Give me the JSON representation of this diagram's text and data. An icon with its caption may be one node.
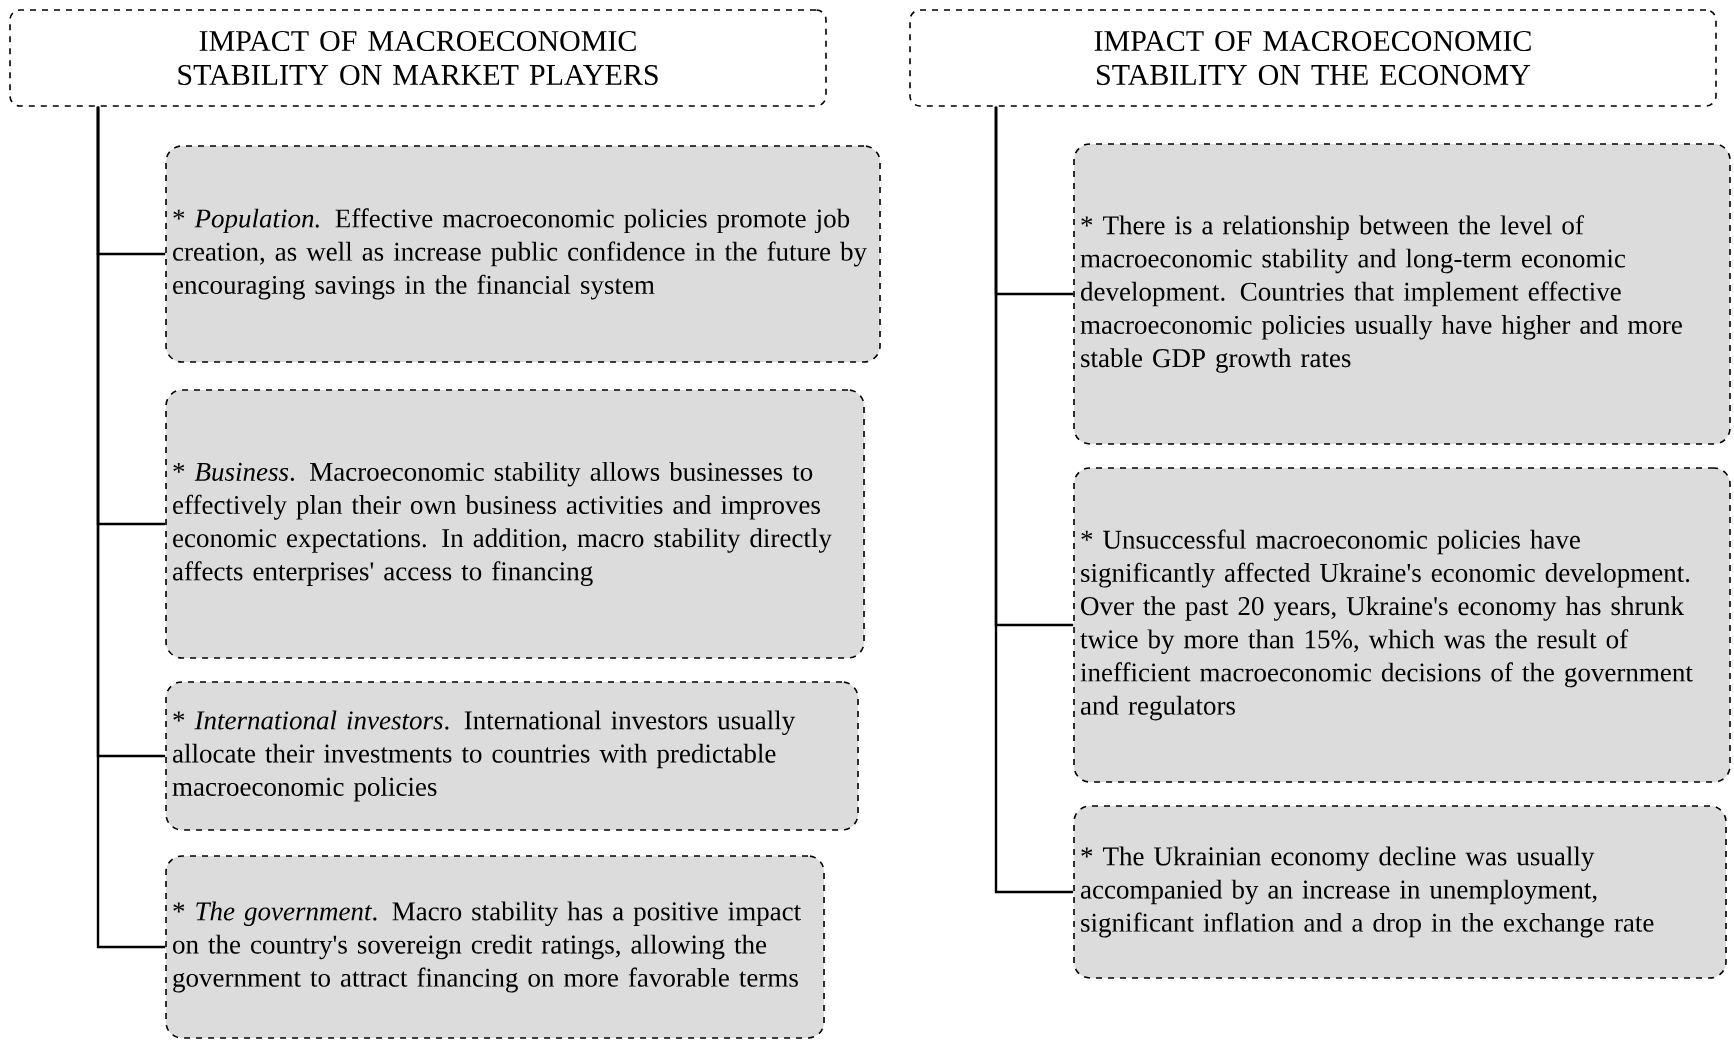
{
  "diagram": {
    "nodes": [
      {
        "text": [
          "IMPACT OF MACROECONOMIC STABILITY ON MARKET PLAYERS"
        ]
      },
      {
        "text": [
          "IMPACT OF MACROECONOMIC STABILITY ON THE ECONOMY"
        ]
      },
      {
        "text": [
          "* *Population.* Effective macroeconomic policies promote job creation, as well as increase public confidence in the future by encouraging savings in the financial system"
        ]
      },
      {
        "text": [
          "* *Business*. Macroeconomic stability allows businesses to effectively plan their own business activities and improves economic expectations. In addition, macro stability directly affects enterprises' access to financing"
        ]
      },
      {
        "text": [
          "* *International investors*. International investors usually allocate their investments to countries with predictable macroeconomic policies"
        ]
      },
      {
        "text": [
          "* *The government*. Macro stability has a positive impact on the country's sovereign credit ratings, allowing the government to attract financing on more favorable terms"
        ]
      },
      {
        "text": [
          "* There is a relationship between the level of macroeconomic stability and long-term economic development. Countries that implement effective macroeconomic policies usually have higher and more stable GDP growth rates"
        ]
      },
      {
        "text": [
          "* Unsuccessful macroeconomic policies have significantly affected Ukraine's economic development. Over the past 20 years, Ukraine's economy has shrunk twice by more than 15%, which was the result of inefficient macroeconomic decisions of the government and regulators"
        ]
      },
      {
        "text": [
          "* The Ukrainian economy decline was usually accompanied by an increase in unemployment, significant inflation and a drop in the exchange rate"
        ]
      }
    ],
    "edges": [
      {
        "from": 0,
        "to": 2,
        "arrow": "none"
      },
      {
        "from": 0,
        "to": 3,
        "arrow": "none"
      },
      {
        "from": 0,
        "to": 4,
        "arrow": "none"
      },
      {
        "from": 0,
        "to": 5,
        "arrow": "none"
      },
      {
        "from": 1,
        "to": 6,
        "arrow": "none"
      },
      {
        "from": 1,
        "to": 7,
        "arrow": "none"
      },
      {
        "from": 1,
        "to": 8,
        "arrow": "none"
      }
    ]
  }
}
